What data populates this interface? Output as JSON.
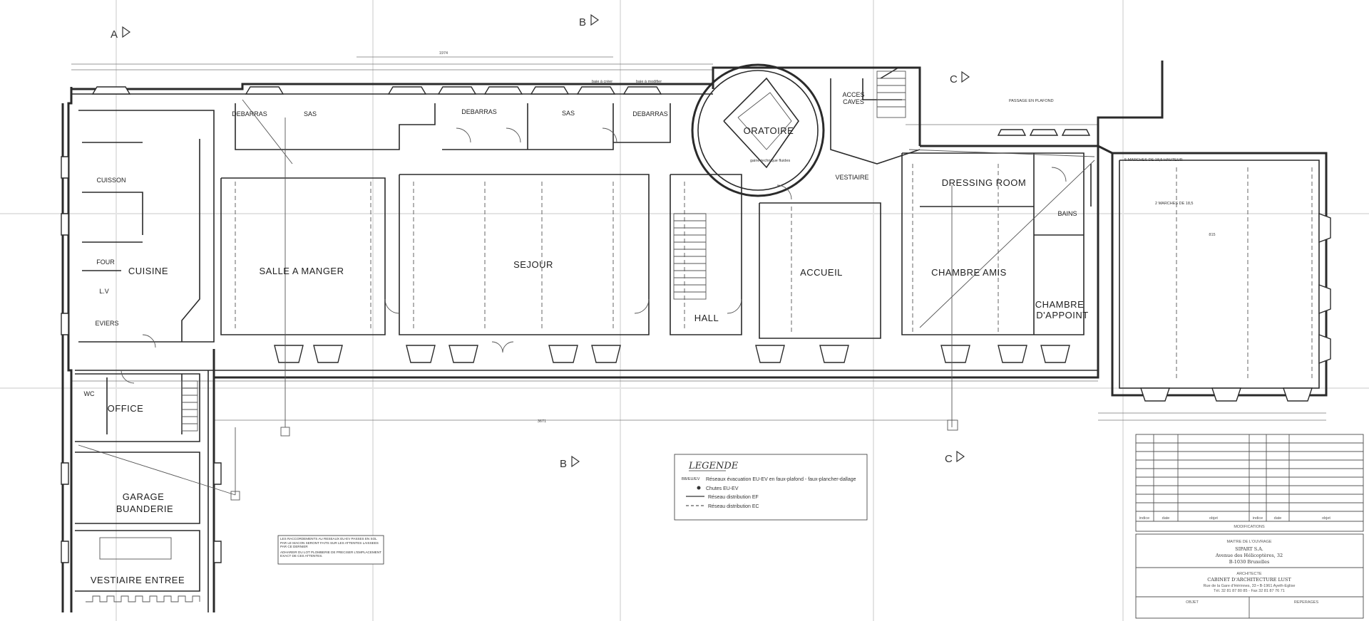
{
  "section_markers": {
    "a": "A",
    "b": "B",
    "c": "C"
  },
  "rooms": {
    "debarras_1": "DEBARRAS",
    "sas_1": "SAS",
    "debarras_2": "DEBARRAS",
    "sas_2": "SAS",
    "debarras_3": "DEBARRAS",
    "oratoire": "ORATOIRE",
    "acces_caves": "ACCES\nCAVES",
    "vestiaire": "VESTIAIRE",
    "dressing_room": "DRESSING  ROOM",
    "bains": "BAINS",
    "cuisson": "CUISSON",
    "four": "FOUR",
    "cuisine": "CUISINE",
    "lv": "L.V",
    "eviers": "EVIERS",
    "salle_a_manger": "SALLE A MANGER",
    "sejour": "SEJOUR",
    "hall": "HALL",
    "accueil": "ACCUEIL",
    "chambre_amis": "CHAMBRE AMIS",
    "chambre_appoint_1": "CHAMBRE",
    "chambre_appoint_2": "D'APPOINT",
    "wc": "WC",
    "office": "OFFICE",
    "garage_1": "GARAGE",
    "garage_2": "BUANDERIE",
    "vestiaire_entree": "VESTIAIRE ENTREE"
  },
  "annotations": {
    "baie_a_creer": "baie à créer",
    "baie_a_modifier": "baie à modifier",
    "passage_plafond": "PASSAGE EN PLAFOND",
    "gaine_technique": "gaine technique fluides",
    "cinq_marches": "5 MARCHES DE 18,5 HAUTEUR",
    "deux_marches": "2 MARCHES DE 18,5",
    "note_box_1": "LES RACCORDEMENTS AU RESEAUX EU-EV PASSES EN SOL PAR LE MACON SERONT FAITS SUR LES ATTENTES LAISSEES PAR CE DERNIER",
    "note_box_2": "ADHAREIR DU LOT PLOMBERIE DE PRECISER L'EMPLACEMENT EXACT DE CES ATTENTES."
  },
  "legend": {
    "title": "LEGENDE",
    "items": [
      {
        "code": "BB/EU/EV",
        "text": "Réseaux évacuation EU-EV en faux-plafond - faux-plancher-dallage"
      },
      {
        "code": "",
        "text": "Chutes EU-EV"
      },
      {
        "code": "",
        "text": "Réseau distribution EF"
      },
      {
        "code": "",
        "text": "Réseau distribution EC"
      }
    ]
  },
  "title_block": {
    "modif_headers": [
      "indice",
      "date",
      "objet",
      "indice",
      "date",
      "objet"
    ],
    "modifications_label": "MODIFICATIONS",
    "maitre_label": "MAITRE DE L'OUVRAGE",
    "owner_name": "SIPART S.A.",
    "owner_address_1": "Avenue des Hélicoptères, 32",
    "owner_address_2": "B-1030 Bruxelles",
    "architecte_label": "ARCHITECTE",
    "architect_name": "CABINET D'ARCHITECTURE LUST",
    "architect_address": "Rue de la Gare d'Hérinnes, 33 • B-1961 Ayeth-Eglise",
    "architect_phone": "Tél. 32 81 87 80 85 - Fax 32 81 87 76 71",
    "objet_label": "OBJET",
    "reperages_label": "REPERAGES"
  },
  "dimensions": {
    "overall_top": "1974",
    "overall_bottom": "3671",
    "right_block": "815"
  }
}
